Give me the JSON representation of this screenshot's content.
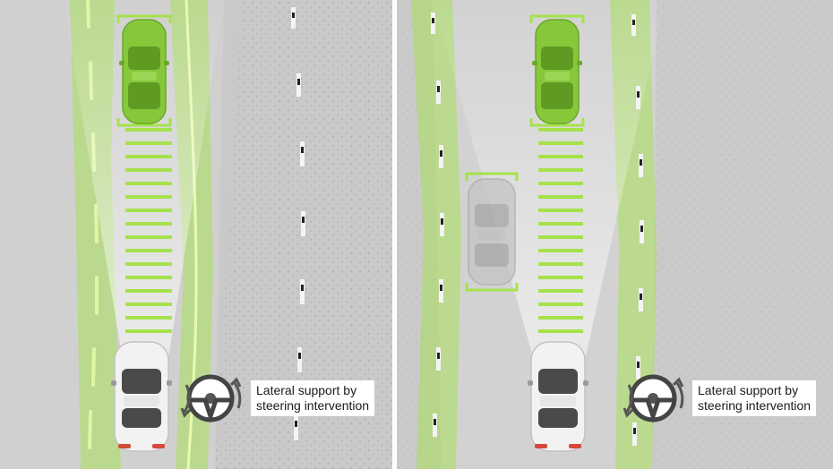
{
  "panels": [
    {
      "caption": {
        "line1": "Lateral support by",
        "line2": "steering intervention"
      }
    },
    {
      "caption": {
        "line1": "Lateral support by",
        "line2": "steering intervention"
      }
    }
  ],
  "colors": {
    "road": "#cbcbcb",
    "shoulder": "#bdbdbd",
    "lane_green": "#9ddc3a",
    "lead_car": "#86c83a",
    "ego_car": "#f2f2f2",
    "ghost_car": "#bcbcbc",
    "caption_bg": "#ffffff",
    "divider": "#ffffff"
  },
  "icons": [
    "steering-wheel-icon",
    "rotation-arrow-icon"
  ]
}
